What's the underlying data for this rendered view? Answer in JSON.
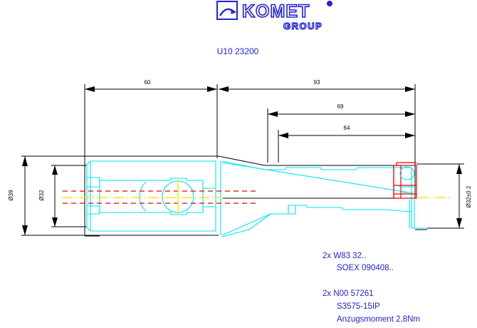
{
  "header": {
    "logo_brand": "KOMET",
    "logo_sub": "GROUP",
    "logo_icon": "komet-bridge-logo",
    "part_number": "U10 23200"
  },
  "dimensions": {
    "horizontal": [
      {
        "id": "shank-length",
        "value": "60"
      },
      {
        "id": "overall-flute-length",
        "value": "93"
      },
      {
        "id": "inner-dim-69",
        "value": "69"
      },
      {
        "id": "inner-dim-64",
        "value": "64"
      }
    ],
    "vertical": [
      {
        "id": "shank-outer-dia",
        "value": "Ø39"
      },
      {
        "id": "shank-inner-dia",
        "value": "Ø32"
      },
      {
        "id": "drill-dia-tolerance",
        "value": "Ø32±0 2"
      }
    ]
  },
  "annotations": {
    "insert_block": {
      "qty_line": "2x W83 32..",
      "designation": "SOEX 090408.."
    },
    "screw_block": {
      "qty_line": "2x N00 57261",
      "designation": "S3575-15IP",
      "torque": "Anzugsmoment 2,8Nm"
    }
  },
  "colors": {
    "brand_blue": "#2222dd",
    "body_cyan": "#00e5f0",
    "coolant_red": "#ee0000",
    "centerline_yellow": "#ffe400",
    "dimension_black": "#000000",
    "background": "#ffffff"
  }
}
